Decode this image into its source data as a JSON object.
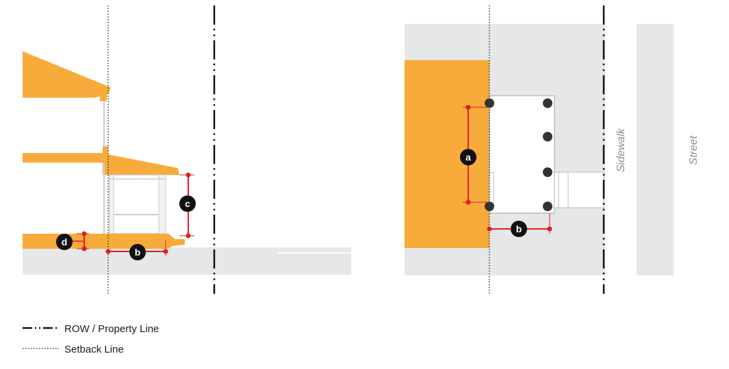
{
  "colors": {
    "building": "#f7ab3b",
    "ground": "#e6e7e8",
    "dimension": "#e31b23",
    "column": "#333333",
    "line": "#111111"
  },
  "section": {
    "badges": {
      "b": "b",
      "c": "c",
      "d": "d"
    }
  },
  "plan": {
    "badges": {
      "a": "a",
      "b": "b"
    },
    "sidewalk_label": "Sidewalk",
    "street_label": "Street"
  },
  "legend": {
    "row_label": "ROW / Property Line",
    "setback_label": "Setback Line"
  }
}
